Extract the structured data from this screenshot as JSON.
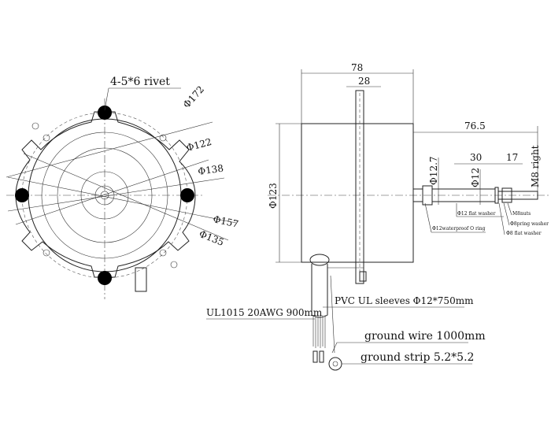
{
  "front_view": {
    "rivet_label": "4-5*6 rivet",
    "dims": {
      "d172": "Φ172",
      "d122": "Φ122",
      "d138": "Φ138",
      "d157": "Φ157",
      "d135": "Φ135"
    }
  },
  "side_view": {
    "dims": {
      "overall_length": "78",
      "flange_width": "28",
      "shaft_length": "76.5",
      "d123": "Φ123",
      "d12_7": "Φ12.7",
      "d12": "Φ12",
      "len30": "30",
      "len17": "17",
      "thread": "M8 right"
    },
    "parts": {
      "o_ring": "Φ12waterproof O ring",
      "flat_washer_12": "Φ12 flat washer",
      "nuts": "M8nuts",
      "spring_washer": "Φ8pring washer",
      "flat_washer_8": "Φ8 flat washer"
    },
    "leads": {
      "lead_wire": "UL1015 20AWG 900mm",
      "sleeve": "PVC UL sleeves Φ12*750mm",
      "ground_wire": "ground wire 1000mm",
      "ground_strip": "ground strip 5.2*5.2"
    }
  }
}
